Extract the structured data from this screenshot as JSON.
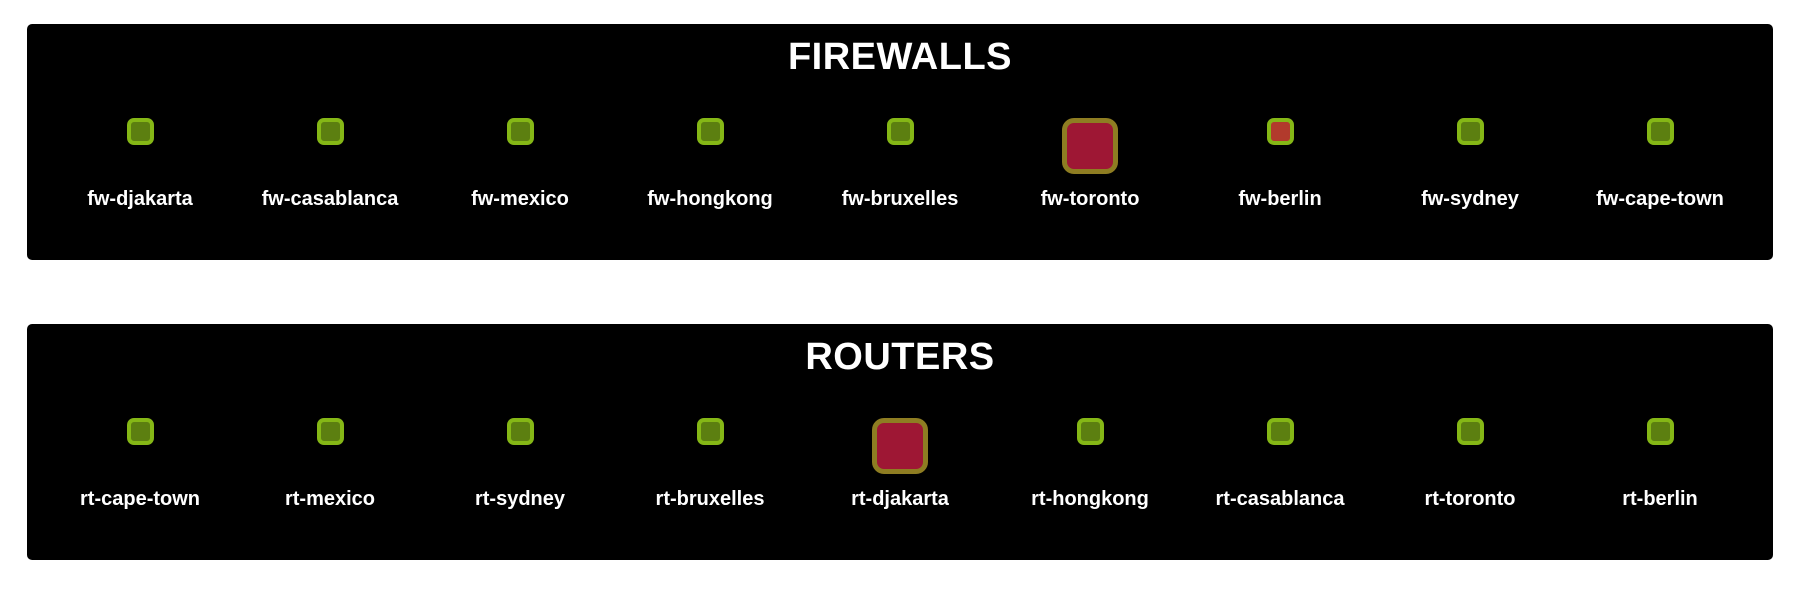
{
  "colors": {
    "page_background": "#ffffff",
    "panel_bg": "#000000",
    "text": "#ffffff",
    "ok_ring": "#85b716",
    "ok_fill": "#5c7f10",
    "critical_ring": "#8e7d22",
    "critical_fill": "#9e1734",
    "critical_small_fill": "#b23a2c"
  },
  "panels": [
    {
      "title": "FIREWALLS",
      "items": [
        {
          "label": "fw-djakarta",
          "status": "ok"
        },
        {
          "label": "fw-casablanca",
          "status": "ok"
        },
        {
          "label": "fw-mexico",
          "status": "ok"
        },
        {
          "label": "fw-hongkong",
          "status": "ok"
        },
        {
          "label": "fw-bruxelles",
          "status": "ok"
        },
        {
          "label": "fw-toronto",
          "status": "critical-large"
        },
        {
          "label": "fw-berlin",
          "status": "critical-small"
        },
        {
          "label": "fw-sydney",
          "status": "ok"
        },
        {
          "label": "fw-cape-town",
          "status": "ok"
        }
      ]
    },
    {
      "title": "ROUTERS",
      "items": [
        {
          "label": "rt-cape-town",
          "status": "ok"
        },
        {
          "label": "rt-mexico",
          "status": "ok"
        },
        {
          "label": "rt-sydney",
          "status": "ok"
        },
        {
          "label": "rt-bruxelles",
          "status": "ok"
        },
        {
          "label": "rt-djakarta",
          "status": "critical-large"
        },
        {
          "label": "rt-hongkong",
          "status": "ok"
        },
        {
          "label": "rt-casablanca",
          "status": "ok"
        },
        {
          "label": "rt-toronto",
          "status": "ok"
        },
        {
          "label": "rt-berlin",
          "status": "ok"
        }
      ]
    }
  ]
}
